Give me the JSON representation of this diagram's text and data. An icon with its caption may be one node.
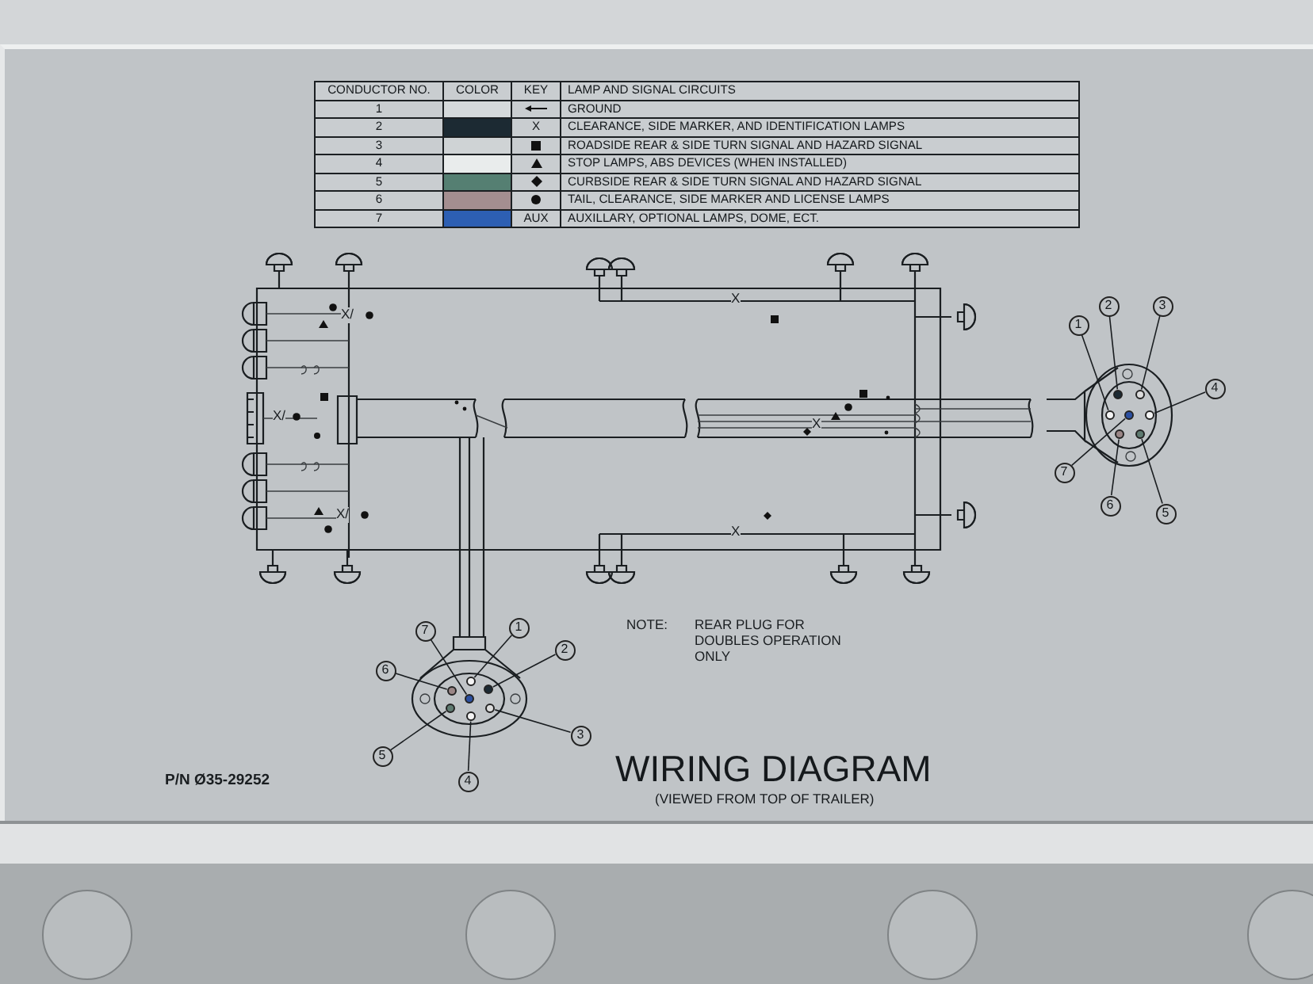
{
  "diagram": {
    "title": "WIRING DIAGRAM",
    "caption": "(VIEWED FROM TOP OF TRAILER)",
    "nodes": [
      {
        "text": [
          "1"
        ]
      },
      {
        "text": [
          "2"
        ]
      },
      {
        "text": [
          "3"
        ]
      },
      {
        "text": [
          "4"
        ]
      },
      {
        "text": [
          "5"
        ]
      },
      {
        "text": [
          "6"
        ]
      },
      {
        "text": [
          "7"
        ]
      },
      {
        "text": [],
        "shape": "circle"
      },
      {
        "text": [],
        "shape": "circle"
      },
      {
        "text": [],
        "shape": "circle"
      },
      {
        "text": [],
        "shape": "circle"
      },
      {
        "text": [],
        "shape": "circle"
      },
      {
        "text": [],
        "shape": "circle"
      },
      {
        "text": [],
        "shape": "circle"
      },
      {
        "text": [
          "7"
        ]
      },
      {
        "text": [
          "1"
        ]
      },
      {
        "text": [
          "2"
        ]
      },
      {
        "text": [
          "6"
        ]
      },
      {
        "text": [
          "3"
        ]
      },
      {
        "text": [
          "5"
        ]
      },
      {
        "text": [
          "4"
        ]
      },
      {
        "text": [],
        "shape": "circle"
      },
      {
        "text": [],
        "shape": "circle"
      },
      {
        "text": [],
        "shape": "circle"
      },
      {
        "text": [],
        "shape": "circle"
      },
      {
        "text": [],
        "shape": "circle"
      },
      {
        "text": [],
        "shape": "circle"
      },
      {
        "text": [],
        "shape": "circle"
      }
    ],
    "edges": [
      {
        "from": 0,
        "to": 7,
        "arrow": "none"
      },
      {
        "from": 1,
        "to": 8,
        "arrow": "none"
      },
      {
        "from": 2,
        "to": 9,
        "arrow": "none"
      },
      {
        "from": 3,
        "to": 10,
        "arrow": "none"
      },
      {
        "from": 4,
        "to": 11,
        "arrow": "none"
      },
      {
        "from": 5,
        "to": 12,
        "arrow": "none"
      },
      {
        "from": 6,
        "to": 13,
        "arrow": "none"
      },
      {
        "from": 14,
        "to": 21,
        "arrow": "none"
      },
      {
        "from": 15,
        "to": 22,
        "arrow": "none"
      },
      {
        "from": 16,
        "to": 23,
        "arrow": "none"
      },
      {
        "from": 17,
        "to": 24,
        "arrow": "none"
      },
      {
        "from": 18,
        "to": 25,
        "arrow": "none"
      },
      {
        "from": 19,
        "to": 26,
        "arrow": "none"
      },
      {
        "from": 20,
        "to": 27,
        "arrow": "none"
      }
    ],
    "labels": [
      "CONDUCTOR NO.",
      "COLOR",
      "KEY",
      "LAMP AND SIGNAL CIRCUITS",
      "1",
      "GROUND",
      "2",
      "X",
      "CLEARANCE, SIDE MARKER, AND IDENTIFICATION LAMPS",
      "3",
      "ROADSIDE REAR & SIDE TURN SIGNAL AND HAZARD SIGNAL",
      "4",
      "STOP LAMPS, ABS DEVICES (WHEN INSTALLED)",
      "5",
      "CURBSIDE REAR & SIDE TURN SIGNAL AND HAZARD SIGNAL",
      "6",
      "TAIL, CLEARANCE, SIDE MARKER AND LICENSE LAMPS",
      "7",
      "AUX",
      "AUXILLARY, OPTIONAL LAMPS, DOME, ECT.",
      "X/",
      "X",
      "X/",
      "X",
      "X/",
      "X",
      "NOTE:",
      "REAR PLUG FOR DOUBLES OPERATION ONLY",
      "P/N Ø35-29252"
    ]
  }
}
